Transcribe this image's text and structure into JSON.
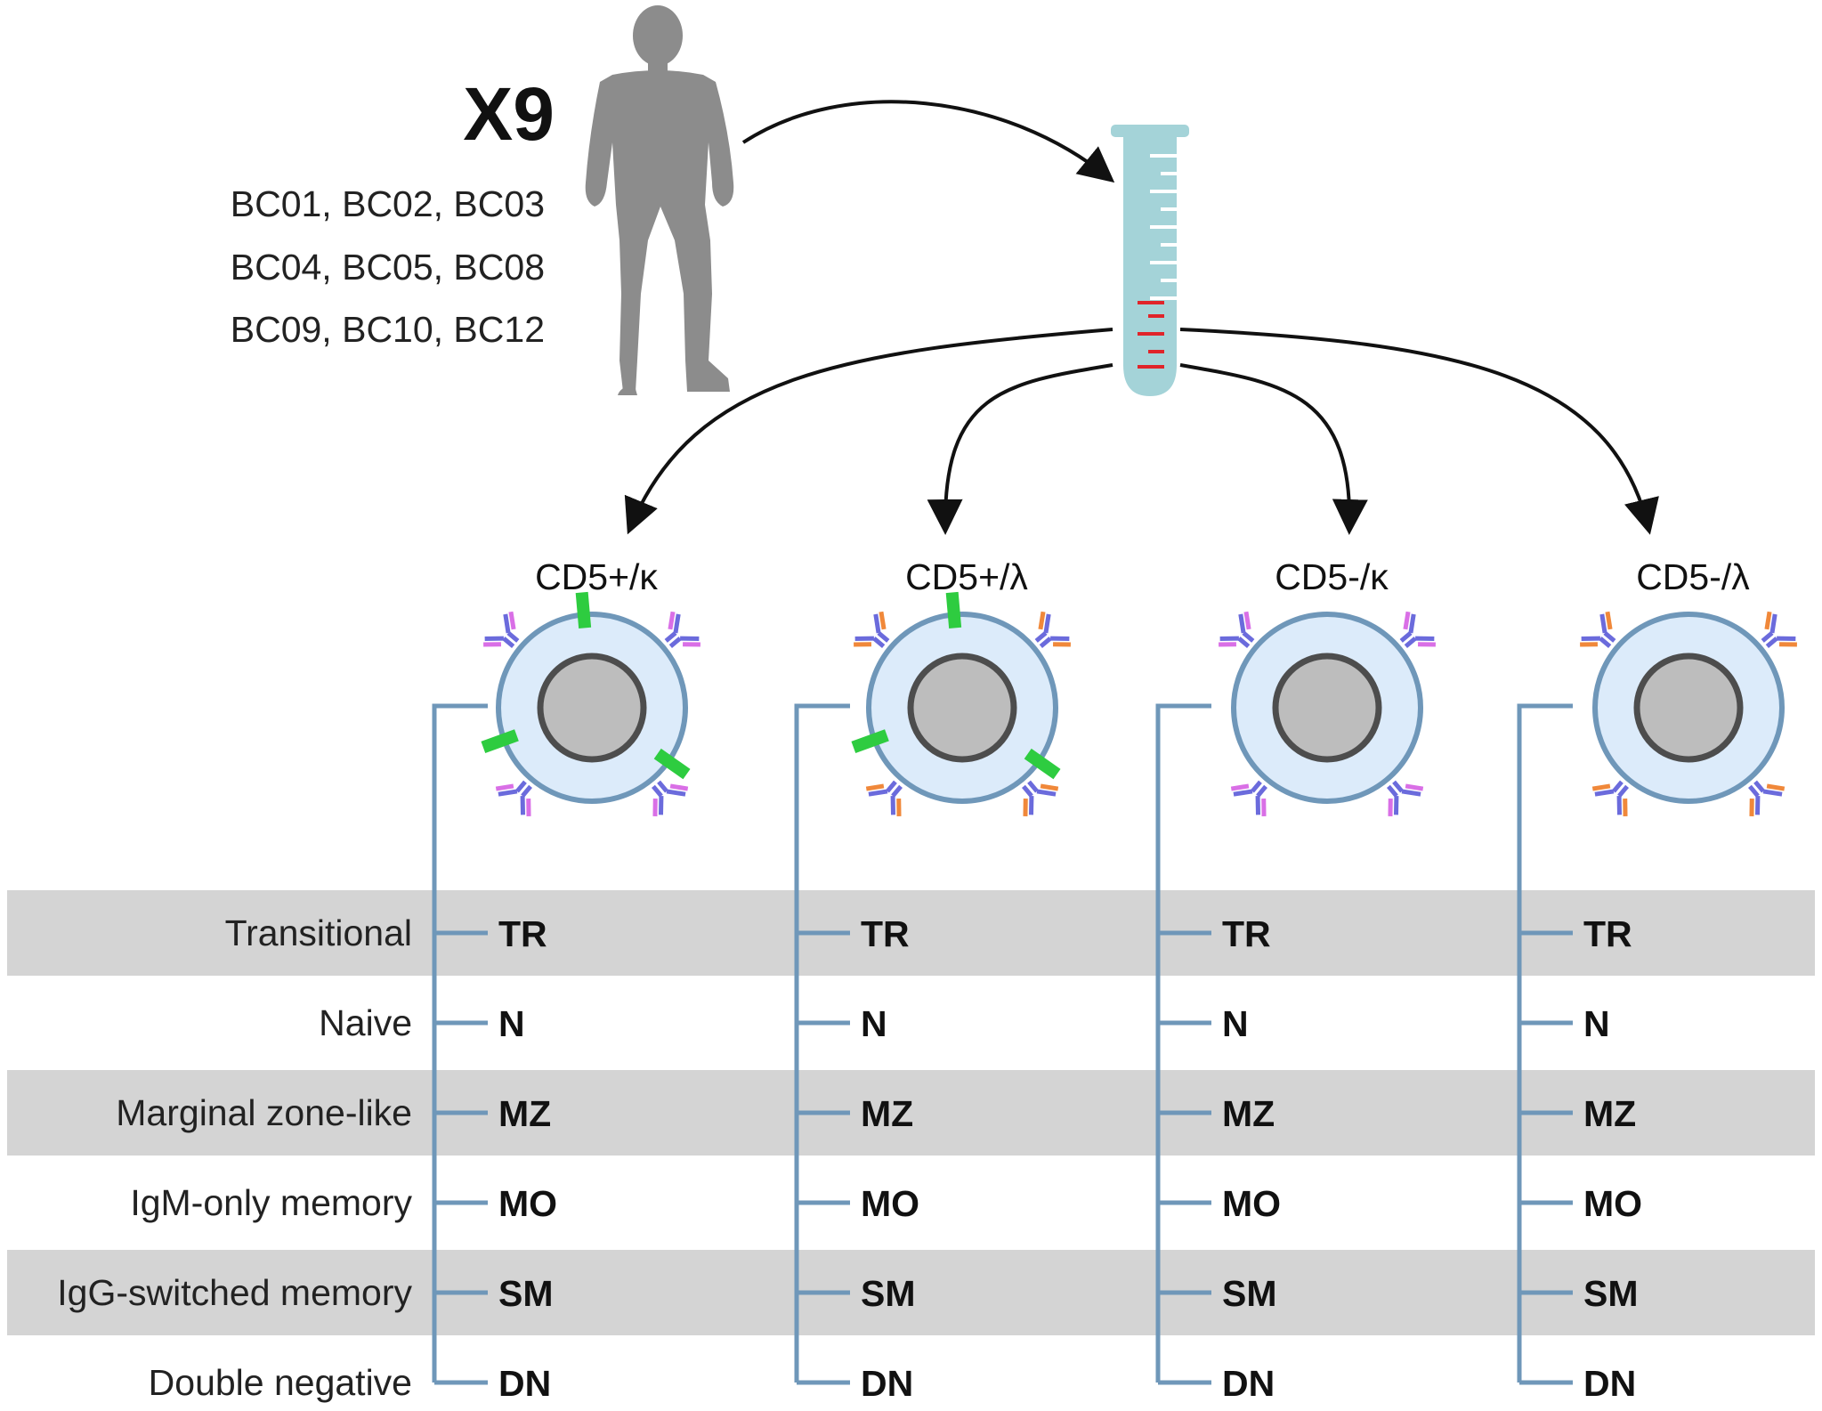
{
  "donors": {
    "count_label": "X9",
    "id_lines": [
      "BC01, BC02, BC03",
      "BC04, BC05, BC08",
      "BC09, BC10, BC12"
    ]
  },
  "icons": [
    "person-silhouette-icon",
    "test-tube-icon",
    "arrow-icon",
    "b-cell-icon",
    "antibody-icon",
    "cd5-marker-icon"
  ],
  "colors": {
    "person": "#8c8c8c",
    "tube": "#a4d3d8",
    "tube_marks": "#ffffff",
    "tube_sample_marks": "#e0242a",
    "cell_membrane": "#6f97b9",
    "cell_fill": "#dcebfa",
    "nucleus_fill": "#bdbdbd",
    "nucleus_ring": "#4d4d4d",
    "cd5_marker": "#2ecc40",
    "antibody_heavy": "#6b6bdc",
    "kappa_light": "#d96fe6",
    "lambda_light": "#f0883a",
    "bracket": "#6f97b9",
    "band": "#d4d4d4"
  },
  "populations": [
    {
      "label": "CD5+/κ",
      "cd5": true,
      "light_chain": "kappa"
    },
    {
      "label": "CD5+/λ",
      "cd5": true,
      "light_chain": "lambda"
    },
    {
      "label": "CD5-/κ",
      "cd5": false,
      "light_chain": "kappa"
    },
    {
      "label": "CD5-/λ",
      "cd5": false,
      "light_chain": "lambda"
    }
  ],
  "subsets": [
    {
      "name": "Transitional",
      "code": "TR",
      "shaded": true
    },
    {
      "name": "Naive",
      "code": "N",
      "shaded": false
    },
    {
      "name": "Marginal zone-like",
      "code": "MZ",
      "shaded": true
    },
    {
      "name": "IgM-only memory",
      "code": "MO",
      "shaded": false
    },
    {
      "name": "IgG-switched memory",
      "code": "SM",
      "shaded": true
    },
    {
      "name": "Double negative",
      "code": "DN",
      "shaded": false
    }
  ]
}
